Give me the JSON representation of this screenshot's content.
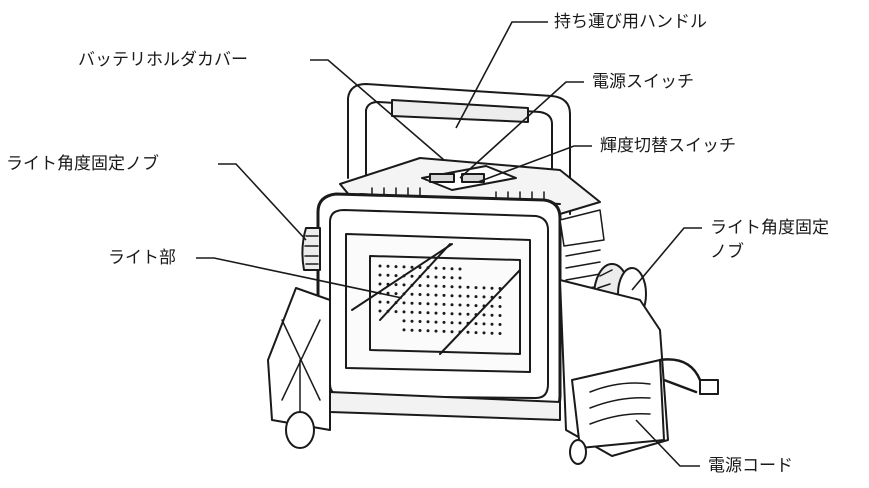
{
  "labels": {
    "handle": "持ち運び用ハンドル",
    "battery_cover": "バッテリホルダカバー",
    "power_switch": "電源スイッチ",
    "brightness_switch": "輝度切替スイッチ",
    "knob_left": "ライト角度固定ノブ",
    "knob_right_line1": "ライト角度固定",
    "knob_right_line2": "ノブ",
    "light_unit": "ライト部",
    "power_cord": "電源コード"
  }
}
